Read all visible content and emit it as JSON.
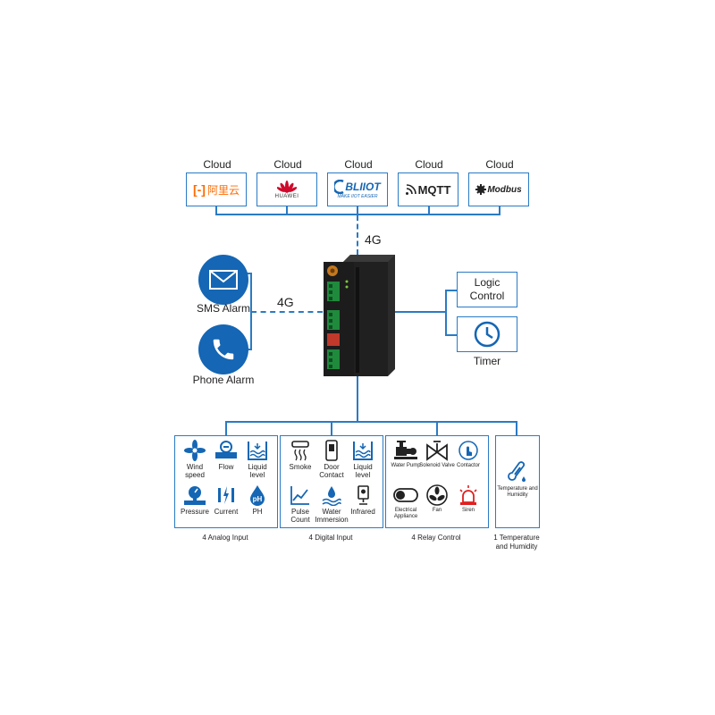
{
  "clouds": [
    {
      "label": "Cloud",
      "brand": "阿里云"
    },
    {
      "label": "Cloud",
      "brand": "HUAWEI"
    },
    {
      "label": "Cloud",
      "brand": "BLIIOT",
      "tagline": "MAKE IIOT EASIER"
    },
    {
      "label": "Cloud",
      "brand": "MQTT"
    },
    {
      "label": "Cloud",
      "brand": "Modbus"
    }
  ],
  "links": {
    "top_4g": "4G",
    "left_4g": "4G"
  },
  "alarms": {
    "sms": "SMS Alarm",
    "phone": "Phone Alarm"
  },
  "right": {
    "logic": "Logic Control",
    "timer": "Timer"
  },
  "analog": {
    "caption": "4 Analog Input",
    "items": [
      "Wind speed",
      "Flow",
      "Liquid level",
      "Pressure",
      "Current",
      "PH"
    ]
  },
  "digital": {
    "caption": "4 Digital Input",
    "items": [
      "Smoke",
      "Door Contact",
      "Liquid level",
      "Pulse Count",
      "Water Immersion",
      "Infrared"
    ]
  },
  "relay": {
    "caption": "4 Relay Control",
    "items": [
      "Water Pump",
      "Solenoid Valve",
      "Contactor",
      "Electrical Appliance",
      "Fan",
      "Siren"
    ]
  },
  "temp": {
    "item": "Temperature and Humidity",
    "caption": "1 Temperature and Humidity"
  },
  "colors": {
    "accent": "#2a7bc4",
    "icon_blue": "#1566b4",
    "alibaba": "#ff6a00",
    "huawei": "#cf0a2c",
    "siren": "#e02020"
  }
}
